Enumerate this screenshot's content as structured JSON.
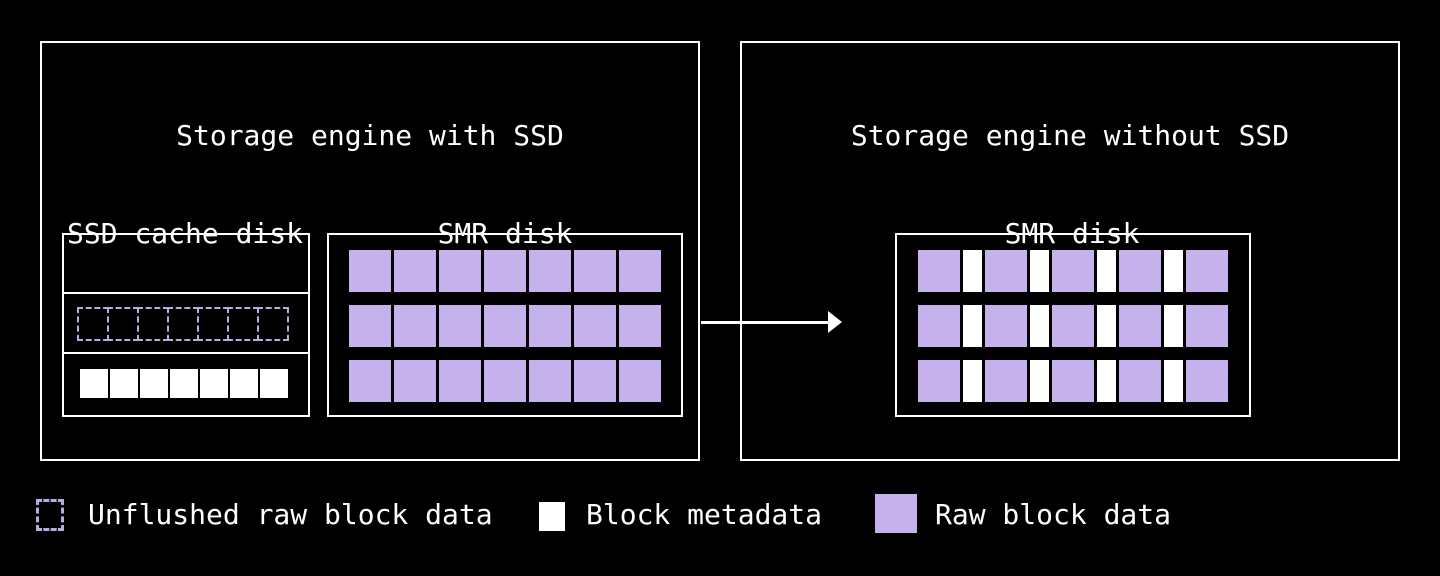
{
  "colors": {
    "background": "#000000",
    "stroke": "#ffffff",
    "raw_block": "#c5b1eb",
    "block_metadata": "#ffffff",
    "unflushed_dash": "#b4addf"
  },
  "left_panel": {
    "title": "Storage engine with SSD",
    "ssd_cache": {
      "label": "SSD cache disk",
      "sections": [
        {
          "name": "empty-zone",
          "rows": []
        },
        {
          "name": "unflushed-zone",
          "rows": [
            "UUUUUUU"
          ]
        },
        {
          "name": "metadata-zone",
          "rows": [
            "WWWWWWW"
          ]
        }
      ]
    },
    "smr": {
      "label": "SMR disk",
      "rows": [
        "RRRRRRR",
        "RRRRRRR",
        "RRRRRRR"
      ]
    }
  },
  "right_panel": {
    "title": "Storage engine without SSD",
    "smr": {
      "label": "SMR disk",
      "rows": [
        "RMRMRMRMR",
        "RMRMRMRMR",
        "RMRMRMRMR"
      ]
    }
  },
  "legend": {
    "items": [
      {
        "label": "Unflushed raw block data",
        "swatch": "unflushed"
      },
      {
        "label": "Block metadata",
        "swatch": "metadata"
      },
      {
        "label": "Raw block data",
        "swatch": "raw"
      }
    ]
  },
  "cell_key": {
    "R": "raw-block-cell",
    "M": "block-metadata-cell",
    "W": "block-metadata-cell",
    "U": "unflushed-block-cell"
  }
}
